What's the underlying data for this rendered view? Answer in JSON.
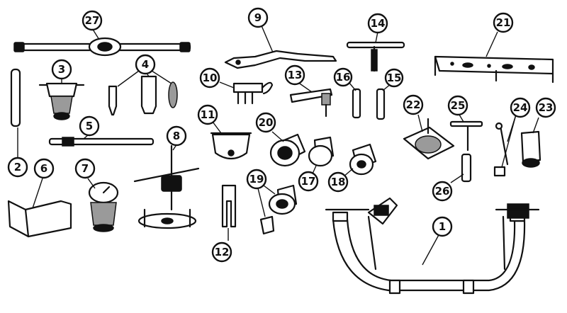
{
  "diagram": {
    "callouts": [
      {
        "id": "c27",
        "label": "27"
      },
      {
        "id": "c9",
        "label": "9"
      },
      {
        "id": "c14",
        "label": "14"
      },
      {
        "id": "c21",
        "label": "21"
      },
      {
        "id": "c3",
        "label": "3"
      },
      {
        "id": "c4",
        "label": "4"
      },
      {
        "id": "c10",
        "label": "10"
      },
      {
        "id": "c13",
        "label": "13"
      },
      {
        "id": "c16",
        "label": "16"
      },
      {
        "id": "c15",
        "label": "15"
      },
      {
        "id": "c22",
        "label": "22"
      },
      {
        "id": "c25",
        "label": "25"
      },
      {
        "id": "c24",
        "label": "24"
      },
      {
        "id": "c23",
        "label": "23"
      },
      {
        "id": "c5",
        "label": "5"
      },
      {
        "id": "c11",
        "label": "11"
      },
      {
        "id": "c20",
        "label": "20"
      },
      {
        "id": "c8",
        "label": "8"
      },
      {
        "id": "c2",
        "label": "2"
      },
      {
        "id": "c6",
        "label": "6"
      },
      {
        "id": "c7",
        "label": "7"
      },
      {
        "id": "c17",
        "label": "17"
      },
      {
        "id": "c18",
        "label": "18"
      },
      {
        "id": "c19",
        "label": "19"
      },
      {
        "id": "c26",
        "label": "26"
      },
      {
        "id": "c1",
        "label": "1"
      },
      {
        "id": "c12",
        "label": "12"
      }
    ]
  }
}
